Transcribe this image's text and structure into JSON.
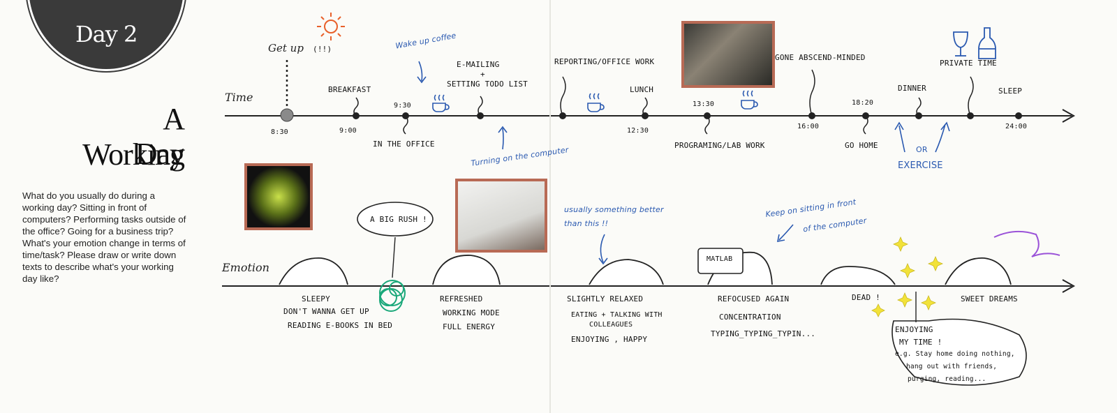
{
  "header": {
    "day": "Day 2",
    "title_line1": "A Working",
    "title_line2": "Day",
    "intro": "What do you usually do during a working day? Sitting in front of computers? Performing tasks outside of the office? Going for a business trip? What's your emotion change in terms of time/task? Please draw or write down texts to describe what's your working day like?"
  },
  "timeline": {
    "axis_label": "Time",
    "getup": "Get up",
    "getup_mark": "(!!)",
    "wake_coffee": "Wake up coffee",
    "turning_on": "Turning on the computer",
    "events": {
      "breakfast": "BREAKFAST",
      "in_office": "IN THE OFFICE",
      "emailing": "E-MAILING",
      "plus": "+",
      "todo": "SETTING TODO LIST",
      "reporting": "REPORTING/OFFICE WORK",
      "lunch": "LUNCH",
      "programming": "PROGRAMING/LAB WORK",
      "absent": "GONE ABSCEND-MINDED",
      "go_home": "GO HOME",
      "dinner": "DINNER",
      "or": "OR",
      "exercise": "EXERCISE",
      "private": "PRIVATE TIME",
      "sleep": "SLEEP"
    },
    "times": {
      "t0830": "8:30",
      "t0900": "9:00",
      "t0930": "9:30",
      "t1230": "12:30",
      "t1330": "13:30",
      "t1600": "16:00",
      "t1820": "18:20",
      "t2400": "24:00"
    }
  },
  "emotion": {
    "axis_label": "Emotion",
    "big_rush": "A BIG RUSH !",
    "sleepy": [
      "SLEEPY",
      "DON'T WANNA GET UP",
      "READING E-BOOKS IN BED"
    ],
    "refreshed": [
      "REFRESHED",
      "WORKING MODE",
      "FULL ENERGY"
    ],
    "relaxed": [
      "SLIGHTLY RELAXED",
      "EATING + TALKING WITH",
      "COLLEAGUES",
      "ENJOYING , HAPPY"
    ],
    "usually_better": [
      "usually something better",
      "than this !!"
    ],
    "keep_sitting": [
      "Keep on sitting in front",
      "of the computer"
    ],
    "refocused": [
      "REFOCUSED AGAIN",
      "CONCENTRATION",
      "TYPING_TYPING_TYPIN..."
    ],
    "matlab": "MATLAB",
    "dead": "DEAD !",
    "sweet": "SWEET DREAMS",
    "enjoying": [
      "ENJOYING",
      "MY TIME !",
      "e.g. Stay home doing nothing,",
      "hang out with friends,",
      "purging, reading..."
    ]
  },
  "colors": {
    "photo_frame": "#b86a55",
    "blue_ink": "#2a59b0",
    "sun": "#e8602a",
    "green": "#1aa87a",
    "purple": "#9a52d8",
    "yellow": "#f2e23a"
  }
}
